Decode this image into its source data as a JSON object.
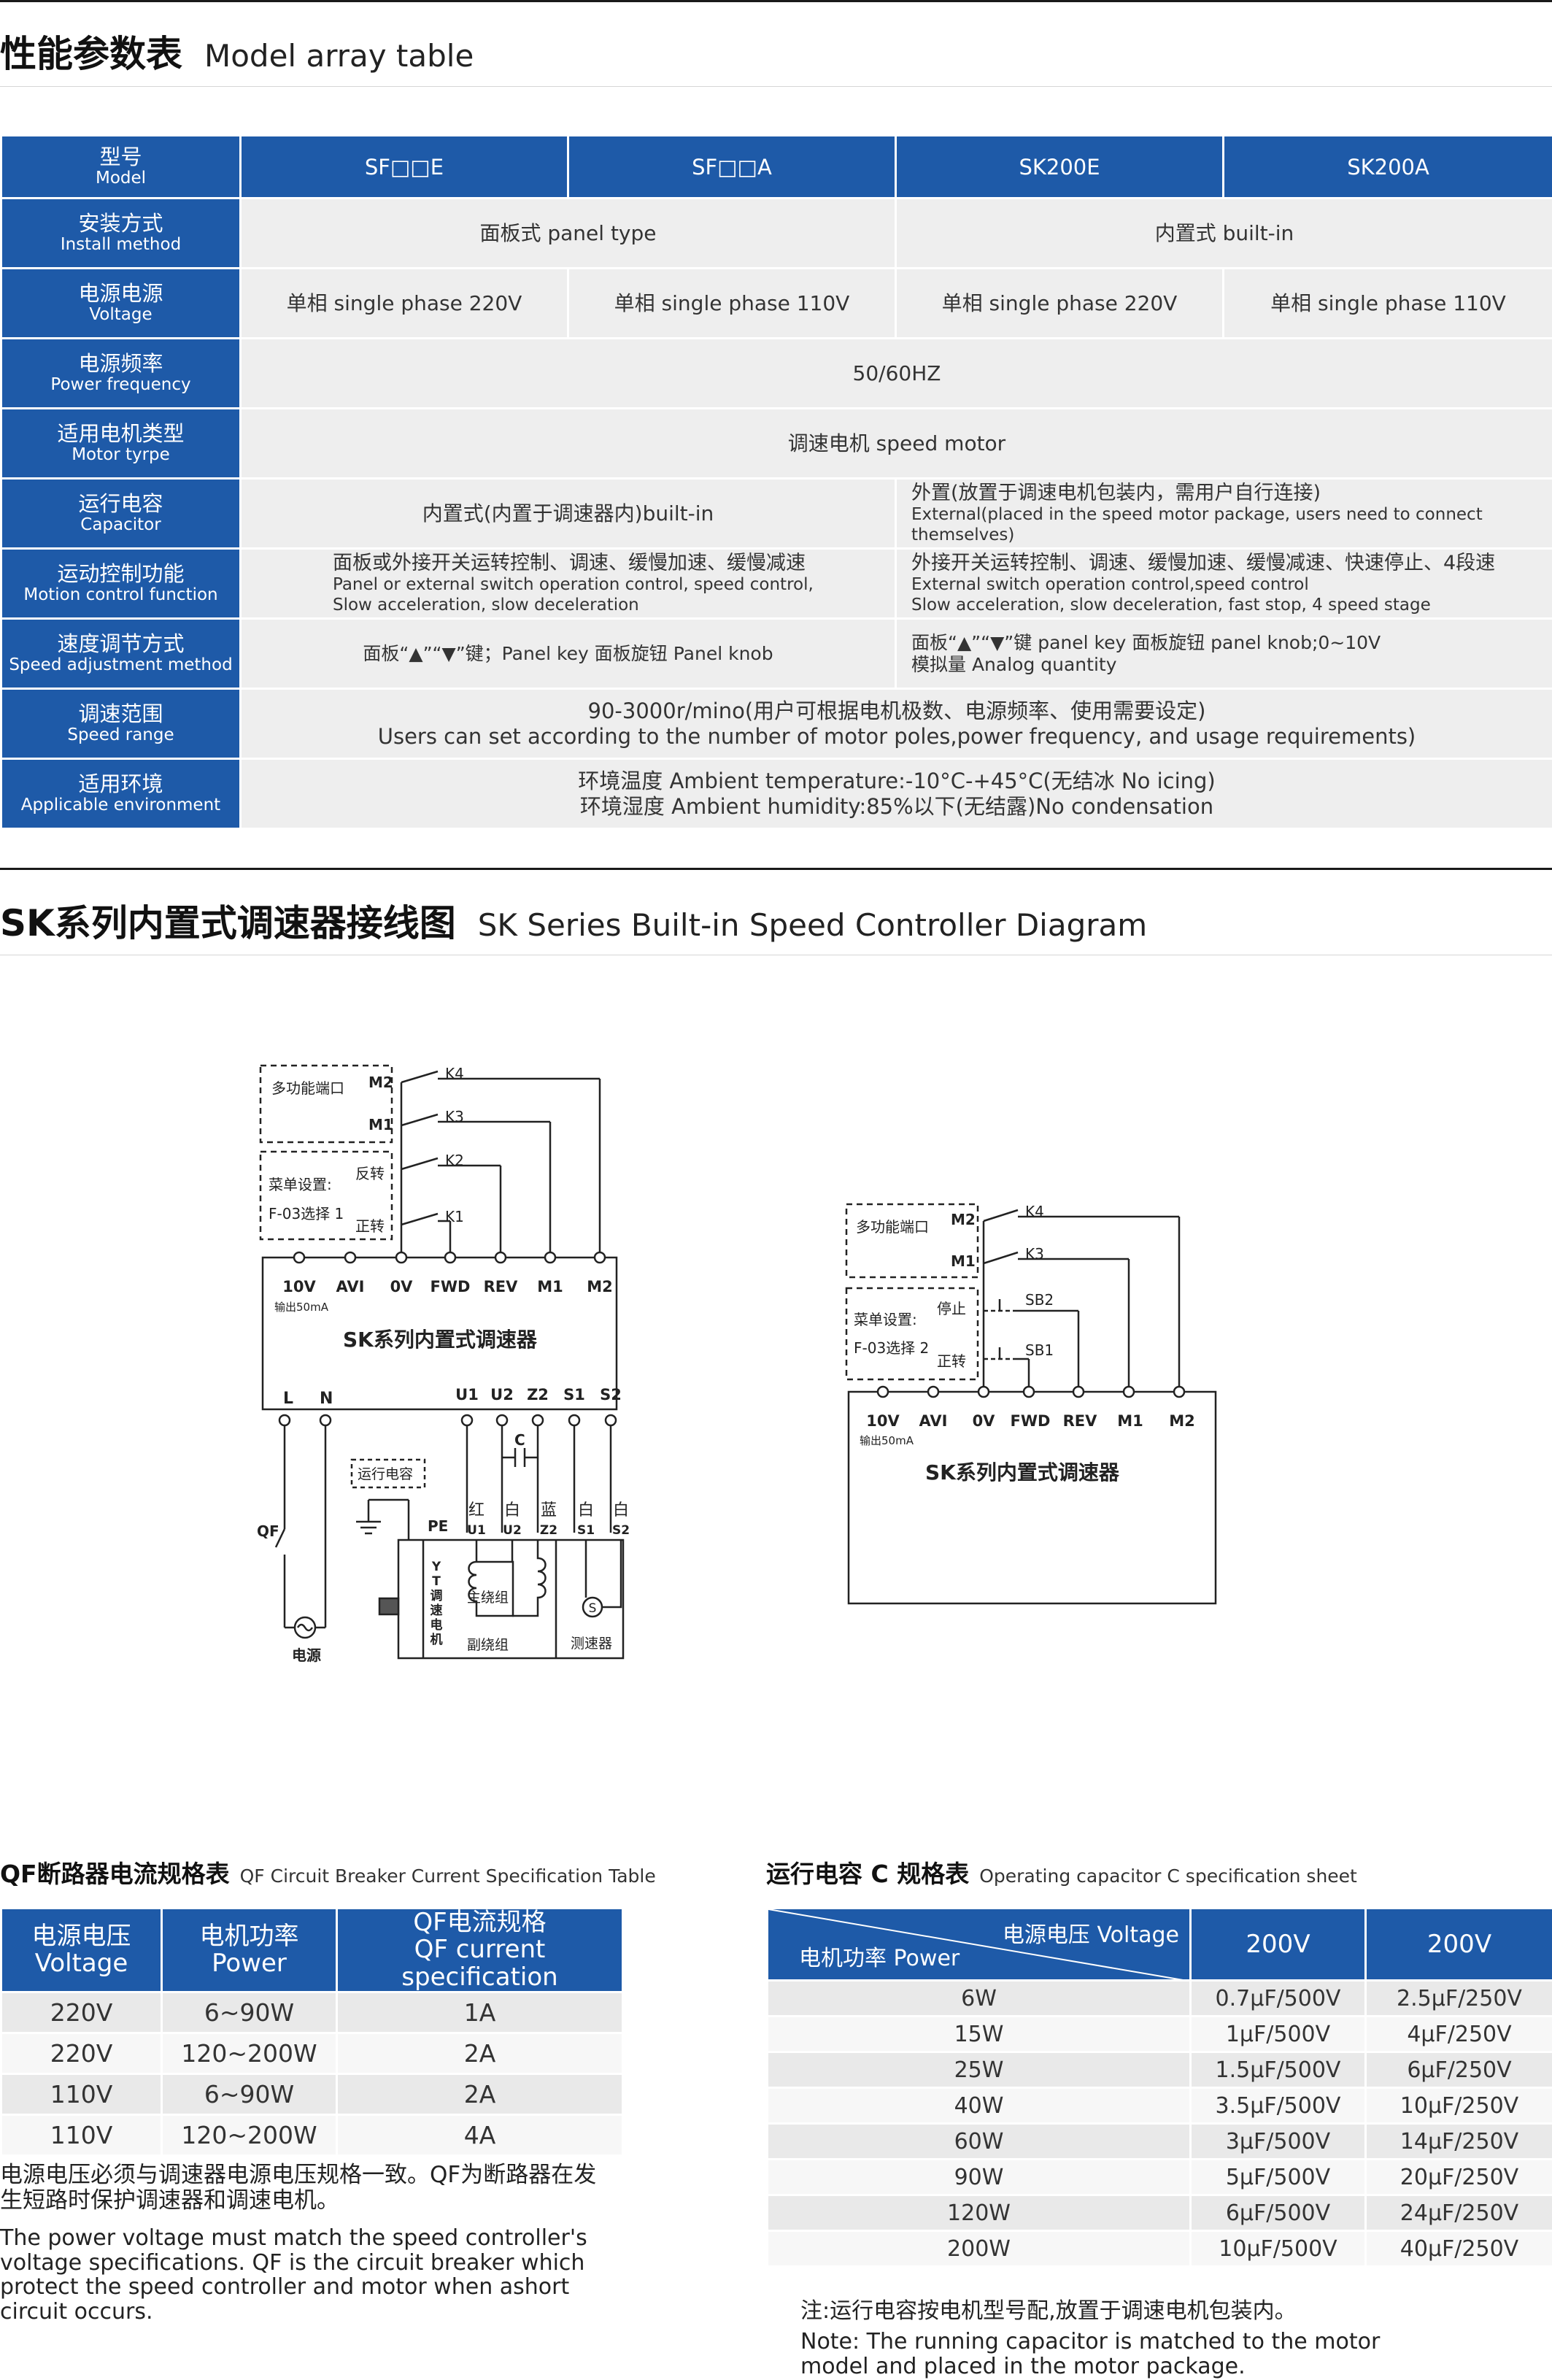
{
  "section1": {
    "title_zh": "性能参数表",
    "title_en": "Model array table"
  },
  "spec_table": {
    "model": {
      "zh": "型号",
      "en": "Model",
      "values": [
        "SF□□E",
        "SF□□A",
        "SK200E",
        "SK200A"
      ]
    },
    "install": {
      "zh": "安装方式",
      "en": "Install method",
      "values": [
        "面板式 panel type",
        "内置式 built-in"
      ]
    },
    "voltage": {
      "zh": "电源电源",
      "en": "Voltage",
      "values": [
        "单相 single phase 220V",
        "单相 single phase 110V",
        "单相 single phase 220V",
        "单相 single phase 110V"
      ]
    },
    "frequency": {
      "zh": "电源频率",
      "en": "Power frequency",
      "value": "50/60HZ"
    },
    "motor": {
      "zh": "适用电机类型",
      "en": "Motor tyrpe",
      "value": "调速电机 speed motor"
    },
    "capacitor": {
      "zh": "运行电容",
      "en": "Capacitor",
      "left": "内置式(内置于调速器内)built-in",
      "right_zh": "外置(放置于调速电机包装内，需用户自行连接)",
      "right_en": "External(placed in the speed motor package, users need to connect themselves)"
    },
    "motion": {
      "zh": "运动控制功能",
      "en": "Motion control function",
      "left_zh": "面板或外接开关运转控制、调速、缓慢加速、缓慢减速",
      "left_en1": "Panel or external switch operation control, speed control,",
      "left_en2": "Slow acceleration, slow deceleration",
      "right_zh": "外接开关运转控制、调速、缓慢加速、缓慢减速、快速停止、4段速",
      "right_en1": "External switch operation control,speed control",
      "right_en2": "Slow acceleration, slow deceleration, fast stop, 4 speed stage"
    },
    "speed_adj": {
      "zh": "速度调节方式",
      "en": "Speed adjustment method",
      "left": "面板“▲”“▼”键；Panel key 面板旋钮 Panel knob",
      "right1": "面板“▲”“▼”键 panel key 面板旋钮 panel knob;0~10V",
      "right2": "模拟量 Analog quantity"
    },
    "range": {
      "zh": "调速范围",
      "en": "Speed range",
      "line1": "90-3000r/mino(用户可根据电机极数、电源频率、使用需要设定)",
      "line2": "Users can set according to the number of motor poles,power frequency, and usage requirements)"
    },
    "env": {
      "zh": "适用环境",
      "en": "Applicable environment",
      "line1": "环境温度 Ambient temperature:-10°C-+45°C(无结冰 No icing)",
      "line2": "环境湿度 Ambient humidity:85%以下(无结露)No condensation"
    }
  },
  "section2": {
    "title_zh": "SK系列内置式调速器接线图",
    "title_en": "SK Series Built-in Speed Controller Diagram"
  },
  "diagram1": {
    "multi_port": "多功能端口",
    "menu": "菜单设置:",
    "f03": "F-03选择 1",
    "rev_label": "反转",
    "fwd_label": "正转",
    "switches": [
      "K4",
      "K3",
      "K2",
      "K1"
    ],
    "m2": "M2",
    "m1": "M1",
    "terminals": [
      "10V",
      "AVI",
      "0V",
      "FWD",
      "REV",
      "M1",
      "M2"
    ],
    "out": "输出50mA",
    "name": "SK系列内置式调速器",
    "power_terms": [
      "L",
      "N"
    ],
    "motor_terms": [
      "U1",
      "U2",
      "Z2",
      "S1",
      "S2"
    ],
    "c": "C",
    "run_cap": "运行电容",
    "qf": "QF",
    "pe": "PE",
    "wire_colors": [
      "红",
      "白",
      "蓝",
      "白",
      "白"
    ],
    "wire_labels": [
      "U1",
      "U2",
      "Z2",
      "S1",
      "S2"
    ],
    "yt": [
      "Y",
      "T",
      "调",
      "速",
      "电",
      "机"
    ],
    "main": "主绕组",
    "aux": "副绕组",
    "tach": "测速器",
    "s": "S",
    "power": "电源"
  },
  "diagram2": {
    "multi_port": "多功能端口",
    "menu": "菜单设置:",
    "f03": "F-03选择 2",
    "stop_label": "停止",
    "fwd_label": "正转",
    "switches": [
      "K4",
      "K3",
      "SB2",
      "SB1"
    ],
    "m2": "M2",
    "m1": "M1",
    "terminals": [
      "10V",
      "AVI",
      "0V",
      "FWD",
      "REV",
      "M1",
      "M2"
    ],
    "out": "输出50mA",
    "name": "SK系列内置式调速器"
  },
  "qf_table": {
    "title_zh": "QF断路器电流规格表",
    "title_en": "QF Circuit Breaker Current Specification Table",
    "headers": [
      [
        "电源电压",
        "Voltage"
      ],
      [
        "电机功率",
        "Power"
      ],
      [
        "QF电流规格",
        "QF current specification"
      ]
    ],
    "rows": [
      [
        "220V",
        "6~90W",
        "1A"
      ],
      [
        "220V",
        "120~200W",
        "2A"
      ],
      [
        "110V",
        "6~90W",
        "2A"
      ],
      [
        "110V",
        "120~200W",
        "4A"
      ]
    ],
    "note_zh": "电源电压必须与调速器电源电压规格一致。QF为断路器在发生短路时保护调速器和调速电机。",
    "note_en": "The power voltage must match the speed controller's voltage specifications. QF is the circuit breaker which protect the speed controller and motor when ashort circuit occurs."
  },
  "cap_table": {
    "title_zh": "运行电容 C 规格表",
    "title_en": "Operating capacitor C specification sheet",
    "diag_top": "电源电压 Voltage",
    "diag_bottom": "电机功率 Power",
    "headers": [
      "200V",
      "200V"
    ],
    "rows": [
      [
        "6W",
        "0.7μF/500V",
        "2.5μF/250V"
      ],
      [
        "15W",
        "1μF/500V",
        "4μF/250V"
      ],
      [
        "25W",
        "1.5μF/500V",
        "6μF/250V"
      ],
      [
        "40W",
        "3.5μF/500V",
        "10μF/250V"
      ],
      [
        "60W",
        "3μF/500V",
        "14μF/250V"
      ],
      [
        "90W",
        "5μF/500V",
        "20μF/250V"
      ],
      [
        "120W",
        "6μF/500V",
        "24μF/250V"
      ],
      [
        "200W",
        "10μF/500V",
        "40μF/250V"
      ]
    ],
    "note_zh": "注:运行电容按电机型号配,放置于调速电机包装内。",
    "note_en": "Note: The running capacitor is matched to the motor model and placed in the motor package."
  },
  "colors": {
    "header_blue": "#1e5aa8",
    "cell_gray": "#eeeeee"
  }
}
